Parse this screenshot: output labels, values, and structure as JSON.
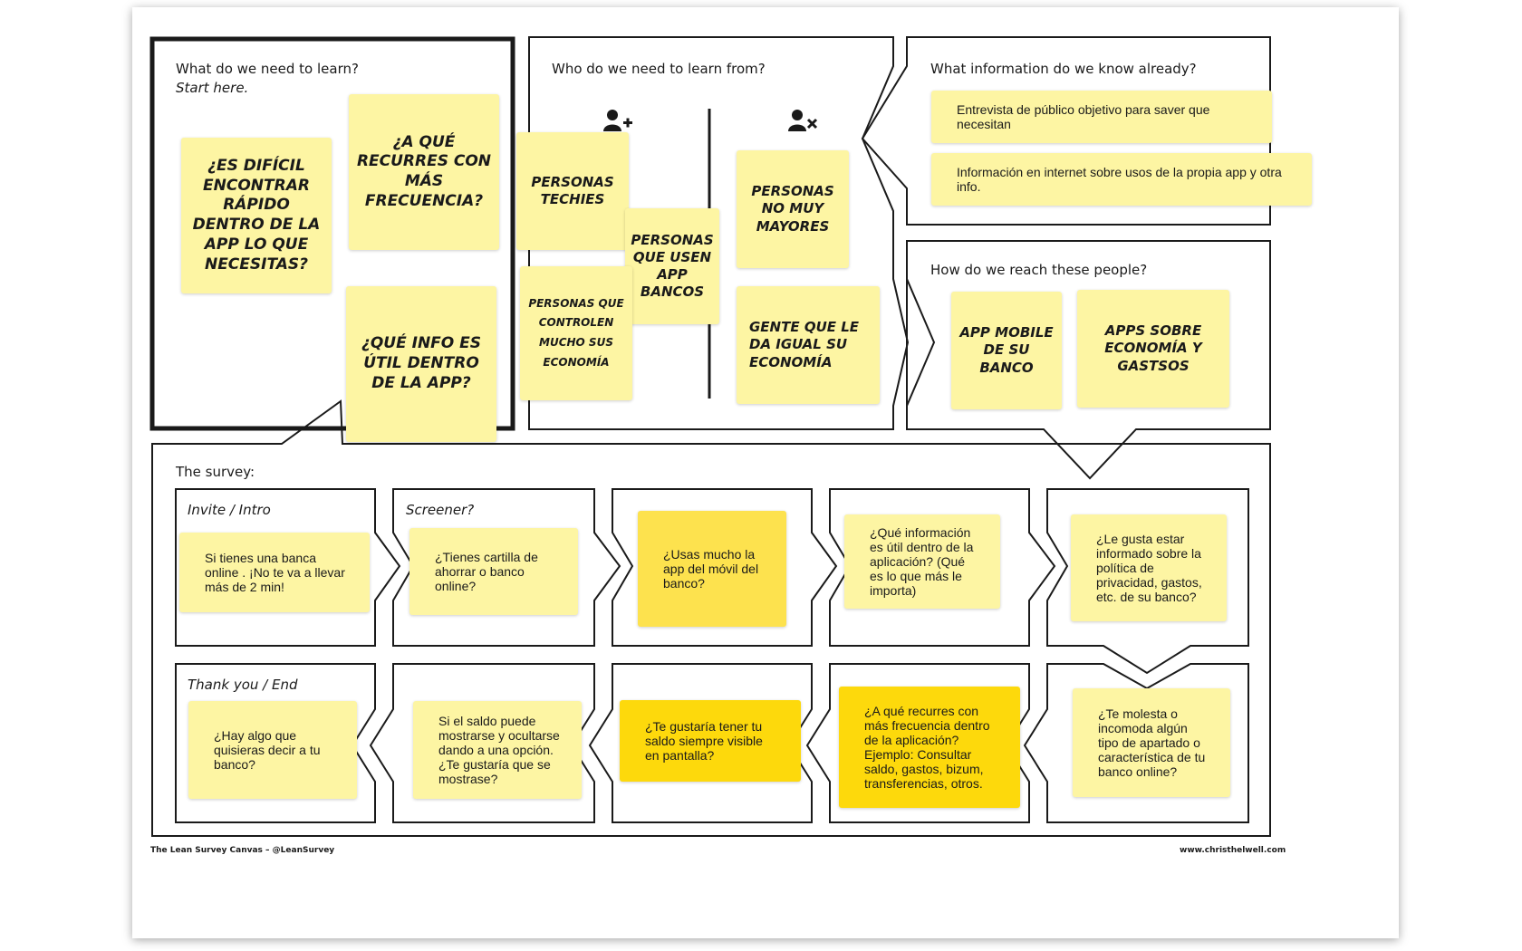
{
  "canvas": {
    "learn": {
      "title": "What do we need to learn?",
      "subtitle": "Start here."
    },
    "who": {
      "title": "Who do we need to learn from?"
    },
    "know": {
      "title": "What information do we know already?"
    },
    "reach": {
      "title": "How do we reach these people?"
    },
    "survey": {
      "title": "The survey:"
    },
    "cells": {
      "invite": "Invite / Intro",
      "screener": "Screener?",
      "thanks": "Thank you / End"
    }
  },
  "notes": {
    "learn_1": "¿Es difícil encontrar rápido dentro de la app lo que necesitas?",
    "learn_2": "¿A qué recurres con más frecuencia?",
    "learn_3": "¿Qué info es útil dentro de la app?",
    "who_1": "Personas techies",
    "who_2": "Personas que usen app bancos",
    "who_3": "Personas que controlen mucho sus economía",
    "who_4": "Personas no muy mayores",
    "who_5": "Gente que le da igual su economía",
    "know_1": "Entrevista de público objetivo para saver que necesitan",
    "know_2": "Información en internet sobre usos de la propia app y otra info.",
    "reach_1": "App mobile de su banco",
    "reach_2": "Apps sobre economía y gastsos",
    "survey_1": "Si tienes una banca online . ¡No te va a llevar más de 2 min!",
    "survey_2": "¿Tienes cartilla de ahorrar o banco online?",
    "survey_3": "¿Usas mucho la app del móvil del banco?",
    "survey_4": "¿Qué información es útil dentro de la aplicación? (Qué es lo que más le importa)",
    "survey_5": "¿Le gusta estar informado sobre la política de privacidad, gastos, etc. de su banco?",
    "survey_6": "¿Te molesta o incomoda algún tipo de apartado o característica de tu banco online?",
    "survey_7": "¿A qué recurres con más frecuencia dentro de la aplicación? Ejemplo: Consultar saldo, gastos, bizum, transferencias, otros.",
    "survey_8": "¿Te gustaría tener tu saldo siempre visible en pantalla?",
    "survey_9": "Si el saldo puede mostrarse y ocultarse dando a una opción. ¿Te gustaría que se mostrase?",
    "survey_10": "¿Hay algo que quisieras decir a tu banco?"
  },
  "footer": {
    "left": "The Lean Survey Canvas – @LeanSurvey",
    "right": "www.christhelwell.com"
  },
  "colors": {
    "note": "#fdf5a3",
    "note_medium": "#fde24e",
    "note_strong": "#fdd90c",
    "stroke": "#1a1a1a"
  },
  "icons": {
    "include": "person-plus-icon",
    "exclude": "person-x-icon"
  }
}
